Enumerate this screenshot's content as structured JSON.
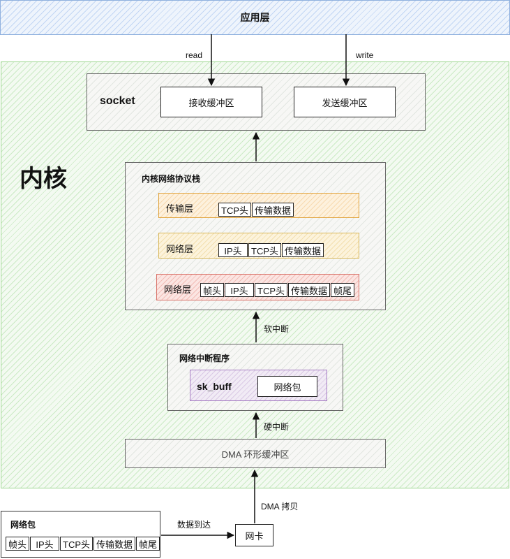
{
  "app_layer": {
    "label": "应用层"
  },
  "arrows": {
    "read": "read",
    "write": "write",
    "soft_irq": "软中断",
    "hard_irq": "硬中断",
    "dma_copy": "DMA 拷贝",
    "data_arrive": "数据到达"
  },
  "kernel": {
    "label": "内核"
  },
  "socket": {
    "label": "socket",
    "recv_buffer": "接收缓冲区",
    "send_buffer": "发送缓冲区"
  },
  "stack": {
    "title": "内核网络协议栈",
    "transport": {
      "label": "传输层",
      "cells": [
        "TCP头",
        "传输数据"
      ]
    },
    "network": {
      "label": "网络层",
      "cells": [
        "IP头",
        "TCP头",
        "传输数据"
      ]
    },
    "link": {
      "label": "网络层",
      "cells": [
        "帧头",
        "IP头",
        "TCP头",
        "传输数据",
        "帧尾"
      ]
    }
  },
  "irq_handler": {
    "title": "网络中断程序",
    "sk_buff": "sk_buff",
    "packet": "网络包"
  },
  "dma_ring": {
    "label": "DMA 环形缓冲区"
  },
  "packet_box": {
    "title": "网络包",
    "cells": [
      "帧头",
      "IP头",
      "TCP头",
      "传输数据",
      "帧尾"
    ]
  },
  "nic": {
    "label": "网卡"
  }
}
